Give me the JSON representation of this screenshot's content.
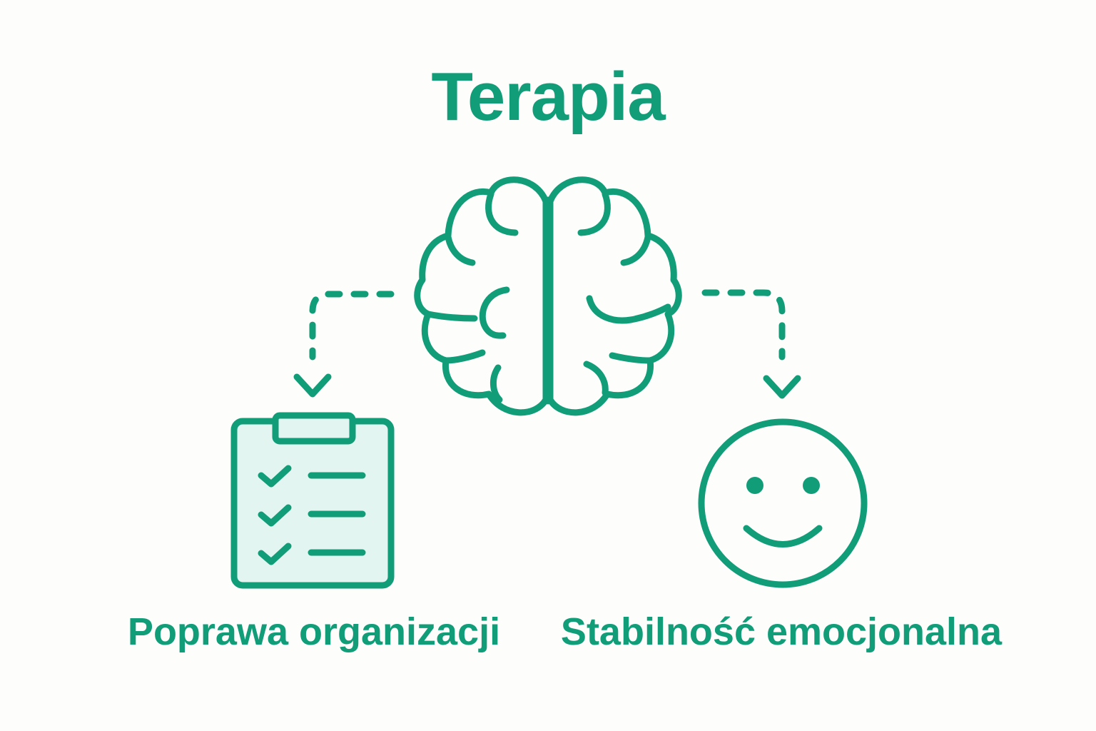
{
  "title": "Terapia",
  "nodes": [
    {
      "label": "Poprawa organizacji",
      "icon": "clipboard-checklist-icon"
    },
    {
      "label": "Stabilność emocjonalna",
      "icon": "smiley-face-icon"
    }
  ],
  "center_icon": "brain-icon",
  "colors": {
    "accent": "#119d78",
    "clipboard_fill": "#e3f5f1",
    "background": "#fdfdfc"
  }
}
